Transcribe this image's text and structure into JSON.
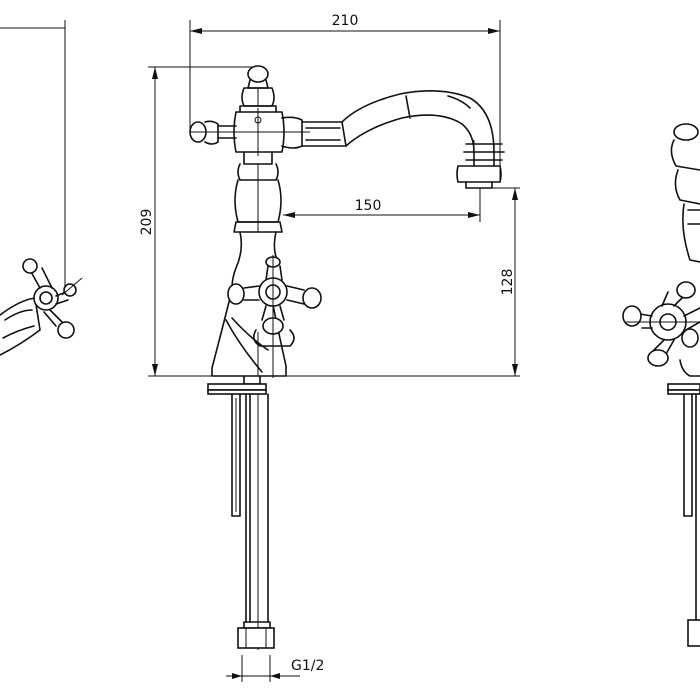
{
  "dimensions": {
    "spout_reach_total": "210",
    "spout_reach_inner": "150",
    "overall_height": "209",
    "spout_height": "128",
    "connection_thread": "G1/2"
  }
}
